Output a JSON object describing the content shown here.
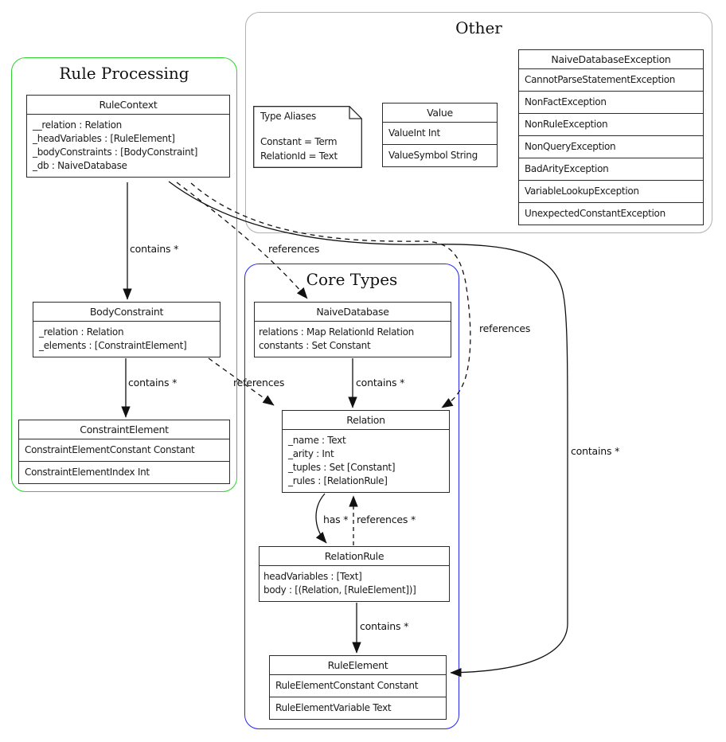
{
  "colors": {
    "rule_processing_border": "#2ed32e",
    "core_types_border": "#2525f0",
    "other_border": "#b0b0b0",
    "box_border": "#2b2b2b"
  },
  "groups": {
    "rule_processing": {
      "title": "Rule Processing"
    },
    "other": {
      "title": "Other"
    },
    "core_types": {
      "title": "Core Types"
    }
  },
  "classes": {
    "rule_context": {
      "title": "RuleContext",
      "fields": [
        "__relation : Relation",
        "_headVariables : [RuleElement]",
        "_bodyConstraints : [BodyConstraint]",
        "_db : NaiveDatabase"
      ]
    },
    "body_constraint": {
      "title": "BodyConstraint",
      "fields": [
        "_relation : Relation",
        "_elements : [ConstraintElement]"
      ]
    },
    "constraint_element": {
      "title": "ConstraintElement",
      "constructors": [
        "ConstraintElementConstant Constant",
        "ConstraintElementIndex Int"
      ]
    },
    "naive_database": {
      "title": "NaiveDatabase",
      "fields": [
        "relations : Map RelationId Relation",
        "constants : Set Constant"
      ]
    },
    "relation": {
      "title": "Relation",
      "fields": [
        "_name : Text",
        "_arity : Int",
        "_tuples : Set [Constant]",
        "_rules : [RelationRule]"
      ]
    },
    "relation_rule": {
      "title": "RelationRule",
      "fields": [
        "headVariables : [Text]",
        "body : [(Relation, [RuleElement])]"
      ]
    },
    "rule_element": {
      "title": "RuleElement",
      "constructors": [
        "RuleElementConstant Constant",
        "RuleElementVariable Text"
      ]
    },
    "value": {
      "title": "Value",
      "constructors": [
        "ValueInt Int",
        "ValueSymbol String"
      ]
    },
    "exceptions": {
      "title": "NaiveDatabaseException",
      "constructors": [
        "CannotParseStatementException",
        "NonFactException",
        "NonRuleException",
        "NonQueryException",
        "BadArityException",
        "VariableLookupException",
        "UnexpectedConstantException"
      ]
    }
  },
  "note": {
    "title": "Type Aliases",
    "aliases": [
      "Constant = Term",
      "RelationId = Text"
    ]
  },
  "edge_labels": {
    "rulecontext_bodyconstraint": "contains *",
    "bodyconstraint_constraintelement": "contains *",
    "naivedatabase_relation": "contains *",
    "relationrule_ruleelement": "contains *",
    "rulecontext_ruleelement": "contains *",
    "rulecontext_naivedatabase": "references",
    "rulecontext_relation": "references",
    "bodyconstraint_relation": "references",
    "relation_relationrule": "has *",
    "relationrule_relation": "references *"
  }
}
